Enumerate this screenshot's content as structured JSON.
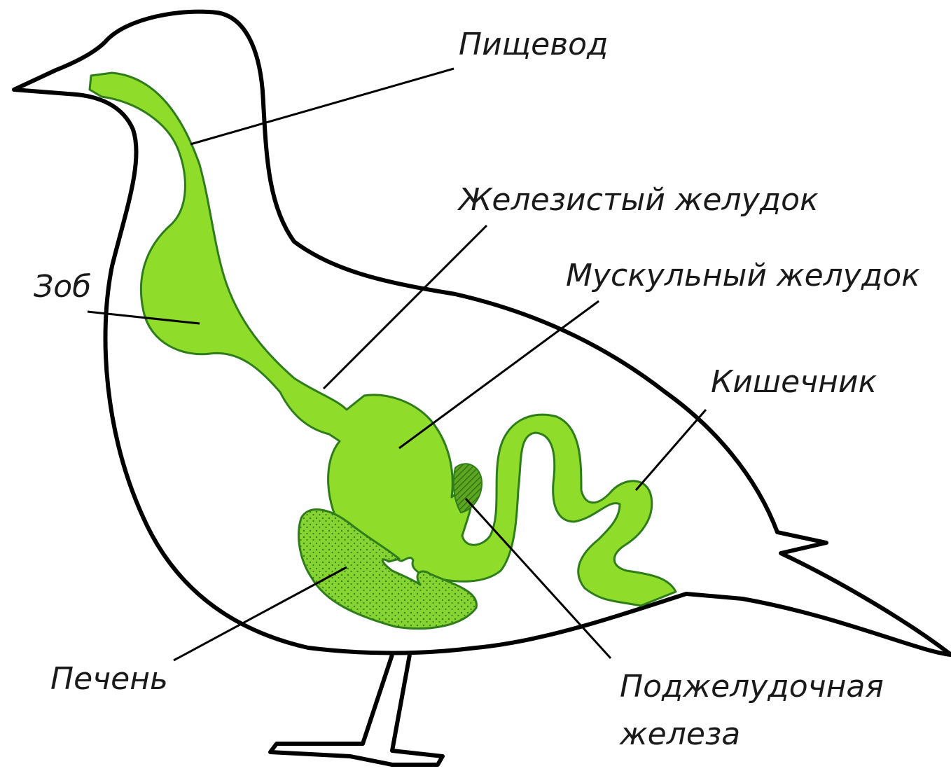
{
  "colors": {
    "organ_fill": "#8fdc2a",
    "organ_stroke": "#2e7d1a",
    "liver_fill": "#7cc62c",
    "outline": "#000000"
  },
  "labels": {
    "esophagus": "Пищевод",
    "proventriculus": "Железистый желудок",
    "gizzard": "Мускульный желудок",
    "crop": "Зоб",
    "intestine": "Кишечник",
    "liver": "Печень",
    "pancreas_line1": "Поджелудочная",
    "pancreas_line2": "железа"
  }
}
